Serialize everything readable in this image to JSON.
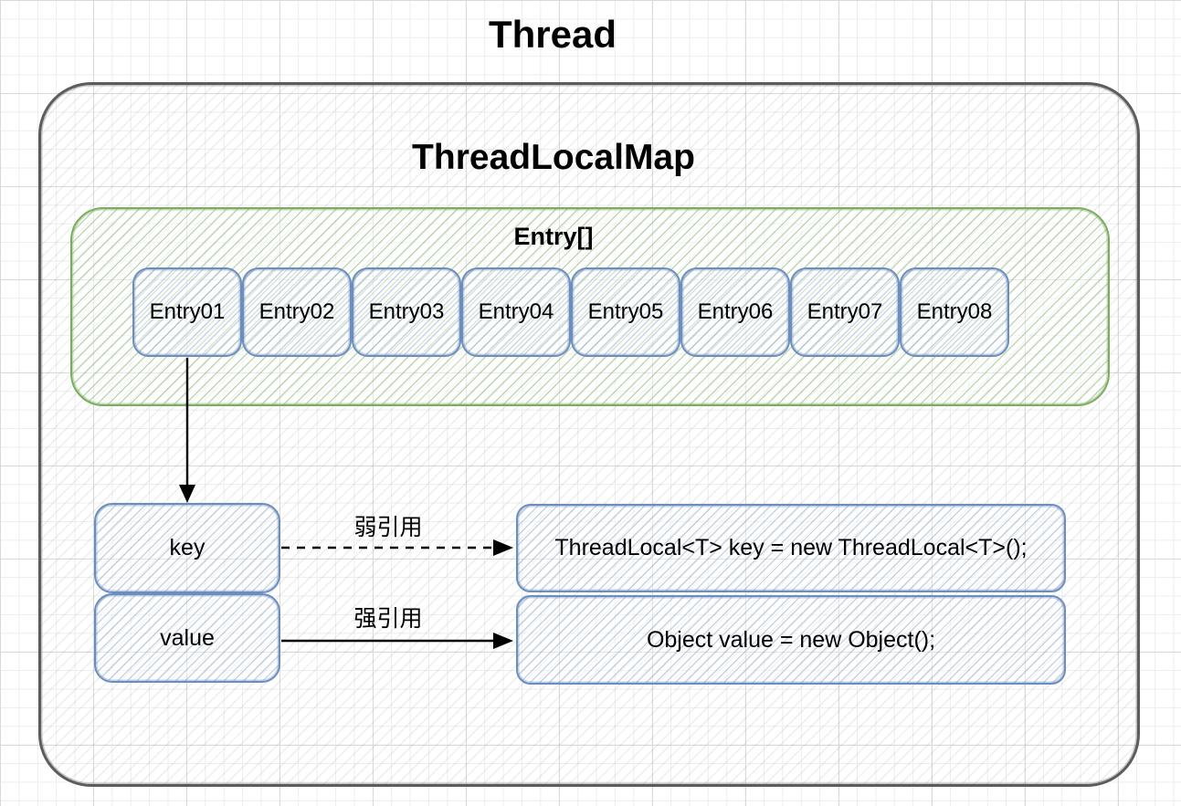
{
  "diagram": {
    "thread_title": "Thread",
    "threadlocalmap_title": "ThreadLocalMap",
    "entry_array_label": "Entry[]",
    "entries": [
      "Entry01",
      "Entry02",
      "Entry03",
      "Entry04",
      "Entry05",
      "Entry06",
      "Entry07",
      "Entry08"
    ],
    "key_label": "key",
    "value_label": "value",
    "weak_reference_label": "弱引用",
    "strong_reference_label": "强引用",
    "key_code": "ThreadLocal<T> key = new ThreadLocal<T>();",
    "value_code": "Object value = new Object();",
    "colors": {
      "outer_border": "#5c5c5c",
      "array_border": "#82b366",
      "node_border": "#6c8ebf",
      "arrow": "#000000"
    }
  }
}
